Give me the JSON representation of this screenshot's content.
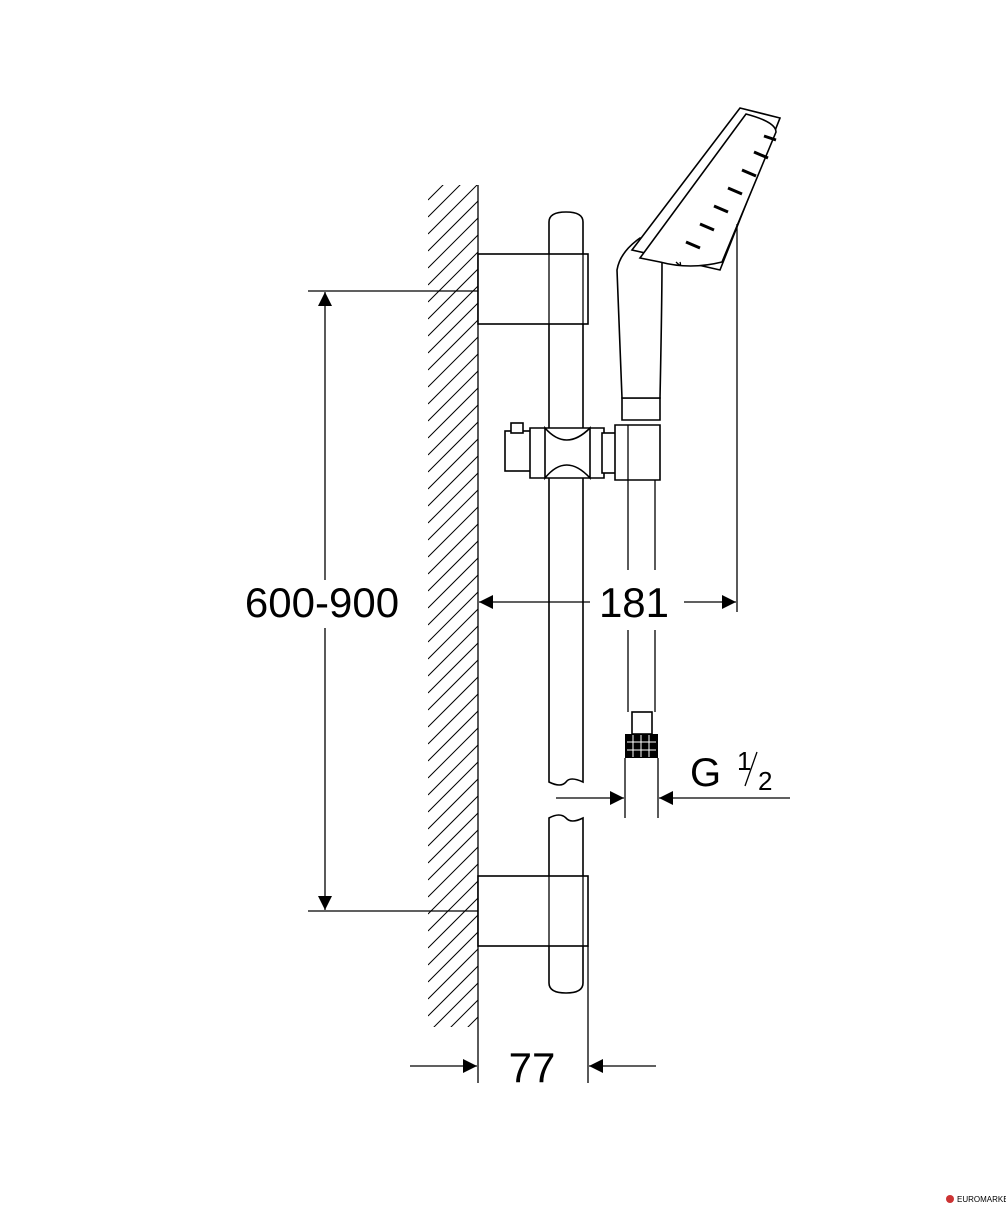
{
  "dimensions": {
    "height_range": "600-900",
    "projection": "181",
    "wall_offset": "77",
    "thread_main": "G",
    "thread_num": "1",
    "thread_den": "2"
  },
  "watermark": "EUROMARKET"
}
